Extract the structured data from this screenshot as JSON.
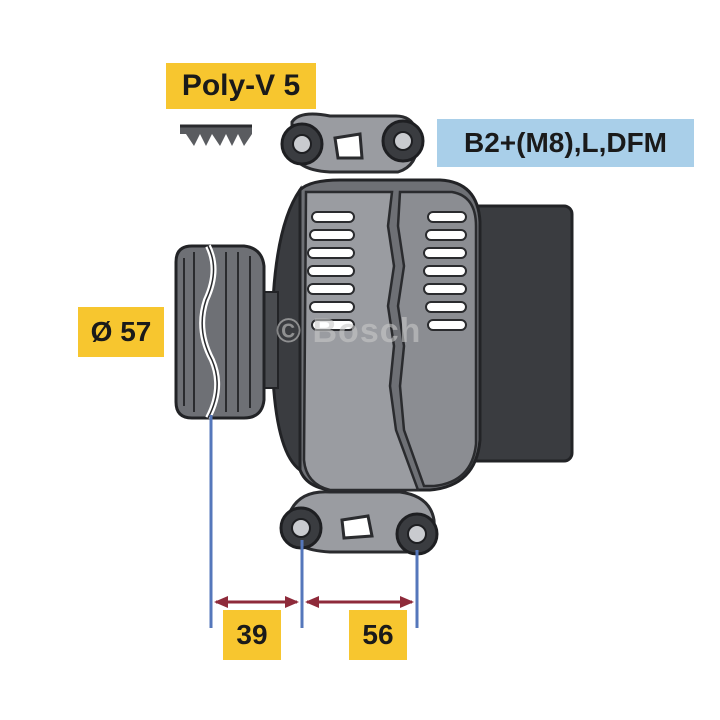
{
  "labels": {
    "belt_type": "Poly-V 5",
    "terminals": "B2+(M8),L,DFM",
    "pulley_diameter": "Ø 57",
    "dimension_left": "39",
    "dimension_right": "56"
  },
  "watermark": "© Bosch",
  "colors": {
    "label_yellow": "#f7c62f",
    "label_blue": "#a9cfe9",
    "body_dark": "#3a3c40",
    "body_mid": "#6e7075",
    "body_light": "#b9bbbf",
    "dimension_line": "#5577bb",
    "dimension_arrow": "#8e2a3a"
  }
}
